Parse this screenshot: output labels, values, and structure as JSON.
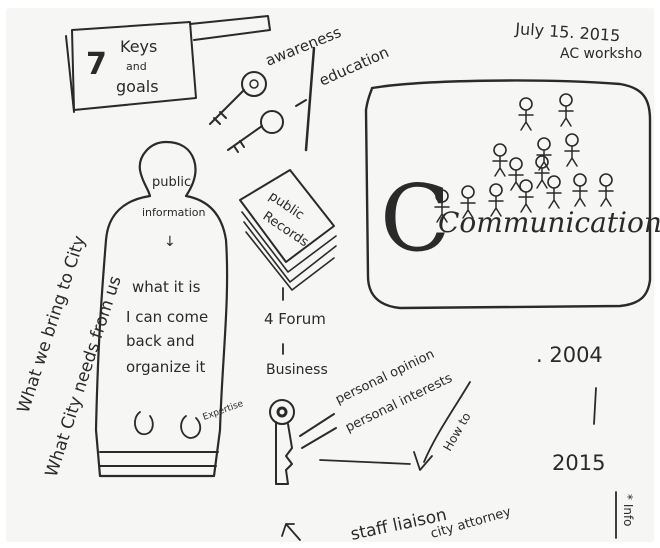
{
  "header": {
    "date": "July 15. 2015",
    "event": "AC worksho"
  },
  "keys_box": {
    "number": "7",
    "line1": "Keys",
    "line2": "and",
    "line3": "goals"
  },
  "top_labels": {
    "awareness": "awareness",
    "education": "education"
  },
  "left_margin": {
    "line1": "What we bring to City",
    "line2": "What City needs from us"
  },
  "figure_text": {
    "line1": "public",
    "line2": "information",
    "arrow": "↓",
    "line3": "what it is",
    "line4": "I can come",
    "line5": "back and",
    "line6": "organize it",
    "hand_label": "Expertise"
  },
  "book": {
    "line1": "public",
    "line2": "Records"
  },
  "middle": {
    "forum": "4 Forum",
    "business": "Business",
    "opinion": "personal opinion",
    "interests": "personal interests",
    "how_to": "How to",
    "staff": "staff liaison",
    "city_attorney": "city attorney"
  },
  "tv": {
    "word": "Communication"
  },
  "timeline": {
    "start": ". 2004",
    "end": "2015"
  },
  "corner_note": "* Info"
}
